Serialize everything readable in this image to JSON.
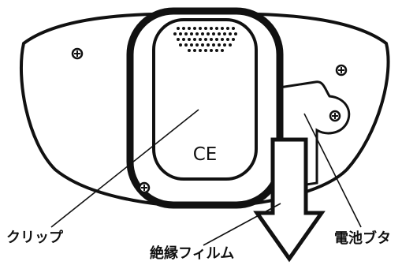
{
  "diagram": {
    "labels": {
      "clip": "クリップ",
      "insulation_film": "絶縁フィルム",
      "battery_cover": "電池ブタ"
    },
    "marking": "CE",
    "colors": {
      "ink": "#111111",
      "background": "#ffffff"
    },
    "icons": [
      "screw-icon",
      "speaker-grille",
      "pull-arrow"
    ]
  }
}
